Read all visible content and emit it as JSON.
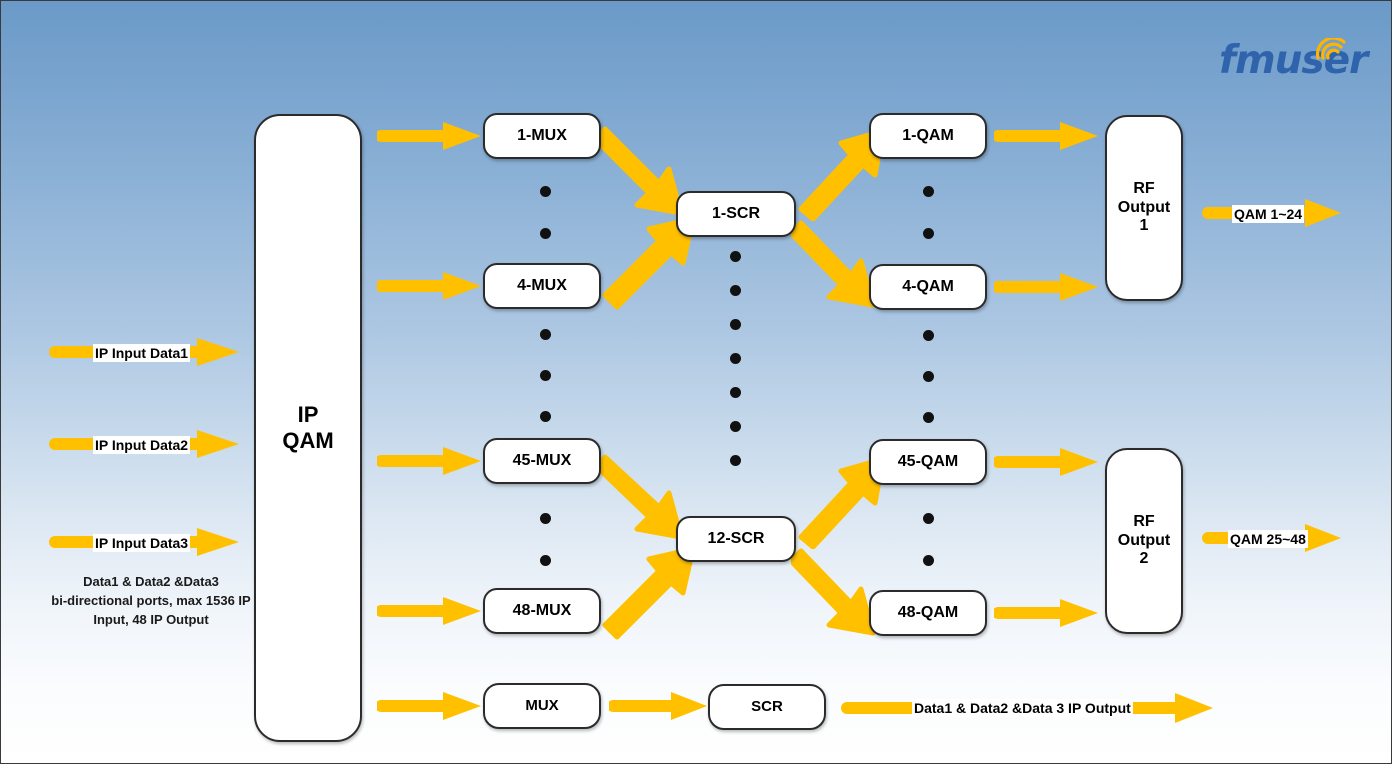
{
  "brand": {
    "name": "fmuser",
    "text_color": "#2f63ab",
    "accent_color": "#ffb400",
    "wifi_icon": "wifi-arcs-icon"
  },
  "theme": {
    "arrow_color": "#FFC000",
    "arrow_stroke": "#F0A800",
    "node_fill": "#FFFFFF",
    "node_border": "#2b2b2b",
    "bg_top": "#6a9ac8",
    "bg_bottom": "#ffffff",
    "dot_color": "#111111"
  },
  "inputs": {
    "items": [
      {
        "label": "IP Input Data1"
      },
      {
        "label": "IP Input Data2"
      },
      {
        "label": "IP Input Data3"
      }
    ],
    "caption": "Data1 & Data2 &Data3\nbi-directional ports, max 1536 IP\nInput, 48 IP Output",
    "caption_line1": "Data1 & Data2 &Data3",
    "caption_line2": "bi-directional ports, max 1536 IP",
    "caption_line3": "Input, 48 IP Output"
  },
  "core": {
    "label_line1": "IP",
    "label_line2": "QAM"
  },
  "mux": {
    "items": [
      {
        "label": "1-MUX"
      },
      {
        "label": "4-MUX"
      },
      {
        "label": "45-MUX"
      },
      {
        "label": "48-MUX"
      }
    ],
    "ellipsis_counts": [
      2,
      3,
      2
    ]
  },
  "scr": {
    "items": [
      {
        "label": "1-SCR"
      },
      {
        "label": "12-SCR"
      }
    ],
    "ellipsis_count": 7
  },
  "qam": {
    "items": [
      {
        "label": "1-QAM"
      },
      {
        "label": "4-QAM"
      },
      {
        "label": "45-QAM"
      },
      {
        "label": "48-QAM"
      }
    ],
    "ellipsis_counts": [
      2,
      3,
      2
    ]
  },
  "rf_outputs": [
    {
      "line1": "RF",
      "line2": "Output",
      "line3": "1",
      "signal_label": "QAM 1~24"
    },
    {
      "line1": "RF",
      "line2": "Output",
      "line3": "2",
      "signal_label": "QAM 25~48"
    }
  ],
  "bottom_chain": {
    "mux_label": "MUX",
    "scr_label": "SCR",
    "output_label": "Data1 & Data2 &Data 3 IP Output"
  }
}
